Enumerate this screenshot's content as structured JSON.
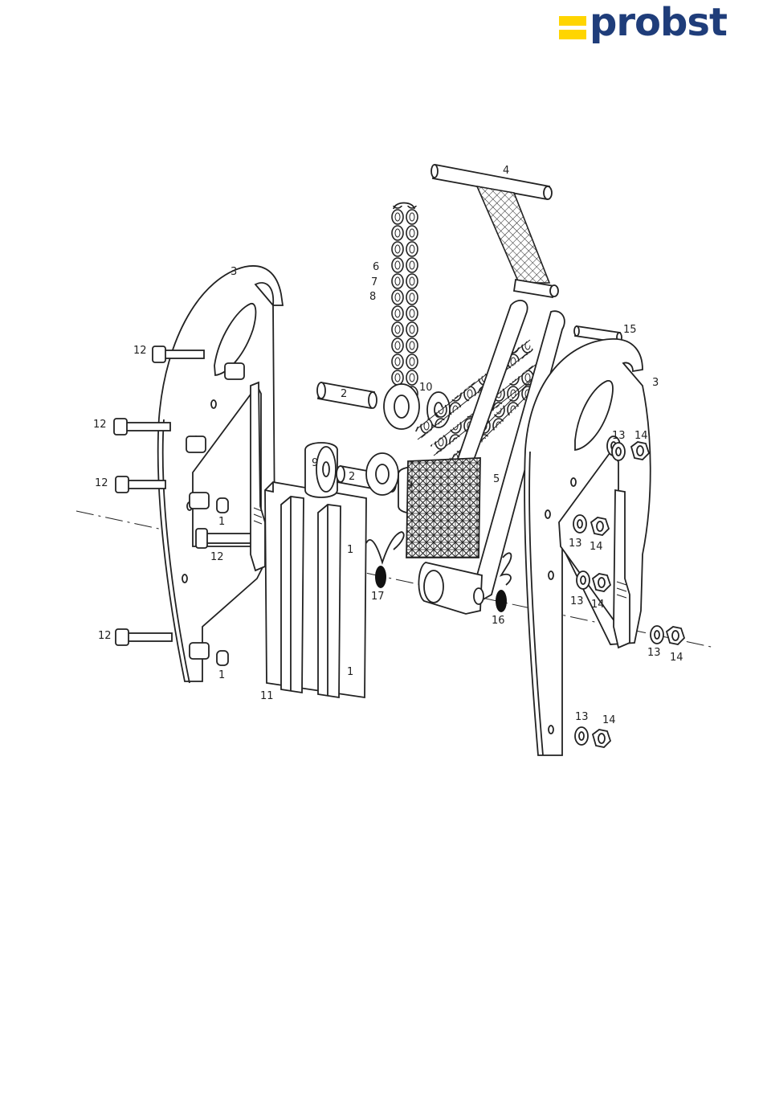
{
  "brand": {
    "name": "probst",
    "text_color": "#1f3d7a",
    "bar_color": "#ffd500"
  },
  "diagram": {
    "callouts": {
      "c1a": "1",
      "c1b": "1",
      "c1c": "1",
      "c1d": "1",
      "c2a": "2",
      "c2b": "2",
      "c3a": "3",
      "c3b": "3",
      "c4": "4",
      "c5": "5",
      "c6": "6",
      "c7": "7",
      "c8": "8",
      "c9a": "9",
      "c9b": "9",
      "c10": "10",
      "c11": "11",
      "c12a": "12",
      "c12b": "12",
      "c12c": "12",
      "c12d": "12",
      "c12e": "12",
      "c13a": "13",
      "c13b": "13",
      "c13c": "13",
      "c13d": "13",
      "c13e": "13",
      "c14a": "14",
      "c14b": "14",
      "c14c": "14",
      "c14d": "14",
      "c14e": "14",
      "c15": "15",
      "c16": "16",
      "c17": "17"
    }
  }
}
